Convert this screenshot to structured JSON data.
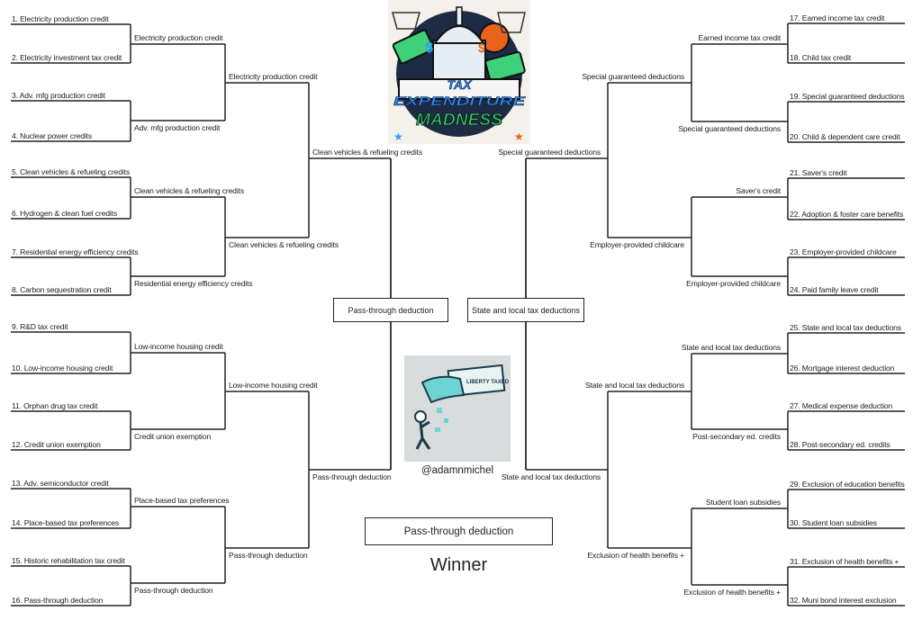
{
  "logo": {
    "line1": "TAX",
    "line2": "EXPENDITURE",
    "line3": "MADNESS"
  },
  "illustration": {
    "text": "LIBERTY TAXED"
  },
  "handle": "@adamnmichel",
  "winner_label": "Winner",
  "champion": "Pass-through deduction",
  "left": {
    "round1": [
      "1. Electricity production credit",
      "2. Electricity investment tax credit",
      "3.  Adv. mfg production credit",
      "4.  Nuclear power credits",
      "5. Clean vehicles & refueling credits",
      "6. Hydrogen & clean fuel credits",
      "7. Residential energy efficiency credits",
      "8. Carbon sequestration credit",
      "9. R&D tax credit",
      "10. Low-income housing credit",
      "11. Orphan drug tax credit",
      "12. Credit union exemption",
      "13. Adv. semiconductor credit",
      "14. Place-based tax preferences",
      "15. Historic rehabilitation tax credit",
      "16. Pass-through deduction"
    ],
    "round2": [
      "Electricity production credit",
      "Adv. mfg production credit",
      "Clean vehicles & refueling credits",
      "Residential energy efficiency credits",
      "Low-income housing credit",
      "Credit union exemption",
      "Place-based tax preferences",
      "Pass-through deduction"
    ],
    "round3": [
      "Electricity production credit",
      "Clean vehicles & refueling credits",
      "Low-income housing credit",
      "Pass-through deduction"
    ],
    "round4": [
      "Clean vehicles & refueling credits",
      "Pass-through deduction"
    ],
    "final": "Pass-through deduction"
  },
  "right": {
    "round1": [
      "17. Earned income tax credit",
      "18. Child tax credit",
      "19. Special guaranteed deductions",
      "20. Child & dependent care credit",
      "21. Saver's credit",
      "22. Adoption & foster care benefits",
      "23. Employer-provided childcare",
      "24. Paid family leave credit",
      "25. State and local tax deductions",
      "26. Mortgage interest deduction",
      "27. Medical expense deduction",
      "28. Post-secondary ed. credits",
      "29. Exclusion of education benefits",
      "30. Student loan subsidies",
      "31. Exclusion of health benefits +",
      "32. Muni bond  interest exclusion"
    ],
    "round2": [
      "Earned income tax credit",
      "Special guaranteed deductions",
      "Saver's credit",
      "Employer-provided childcare",
      "State and local tax deductions",
      "Post-secondary ed. credits",
      "Student loan subsidies",
      "Exclusion of health benefits +"
    ],
    "round3": [
      "Special guaranteed deductions",
      "Employer-provided childcare",
      "State and local tax deductions",
      "Exclusion of health benefits +"
    ],
    "round4": [
      "Special guaranteed deductions",
      "State and local tax deductions"
    ],
    "final": "State and local tax deductions"
  }
}
